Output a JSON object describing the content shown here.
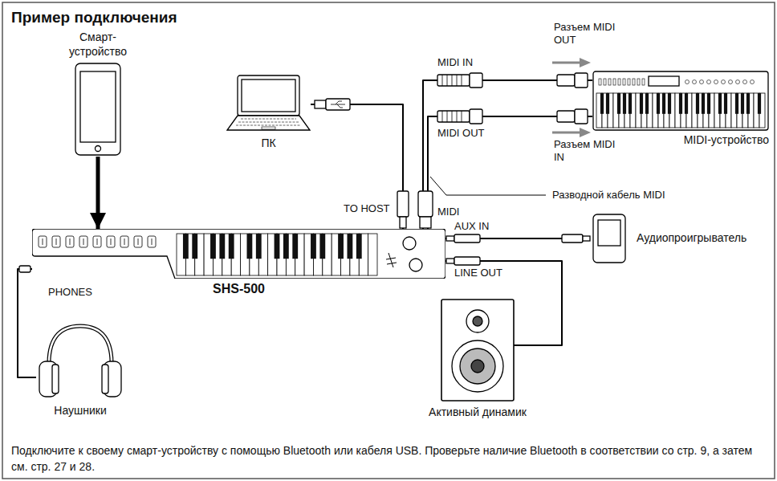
{
  "diagram": {
    "title": "Пример подключения",
    "caption": "Подключите к своему смарт-устройству с помощью Bluetooth или кабеля USB. Проверьте наличие Bluetooth в соответствии со стр. 9, а затем см. стр. 27 и 28.",
    "nodes": [
      {
        "text": [
          "Смарт- устройство"
        ]
      },
      {
        "text": [
          "ПК"
        ]
      },
      {
        "text": [
          "MIDI-устройство"
        ]
      },
      {
        "text": [
          "SHS-500"
        ]
      },
      {
        "text": [
          "Наушники"
        ]
      },
      {
        "text": [
          "Аудиопроигрыватель"
        ]
      },
      {
        "text": [
          "Активный динамик"
        ]
      }
    ],
    "edges": [
      {
        "from": 0,
        "to": 3,
        "arrow": "to"
      },
      {
        "from": 1,
        "to": 3,
        "arrow": "none"
      },
      {
        "from": 3,
        "to": 2,
        "arrow": "none"
      },
      {
        "from": 3,
        "to": 2,
        "arrow": "none"
      },
      {
        "from": 3,
        "to": 4,
        "arrow": "none"
      },
      {
        "from": 3,
        "to": 5,
        "arrow": "none"
      },
      {
        "from": 3,
        "to": 6,
        "arrow": "none"
      }
    ],
    "labels": [
      "Разъем MIDI OUT",
      "MIDI IN",
      "MIDI OUT",
      "Разъем MIDI IN",
      "TO HOST",
      "MIDI",
      "Разводной кабель MIDI",
      "AUX IN",
      "LINE OUT",
      "PHONES"
    ]
  }
}
